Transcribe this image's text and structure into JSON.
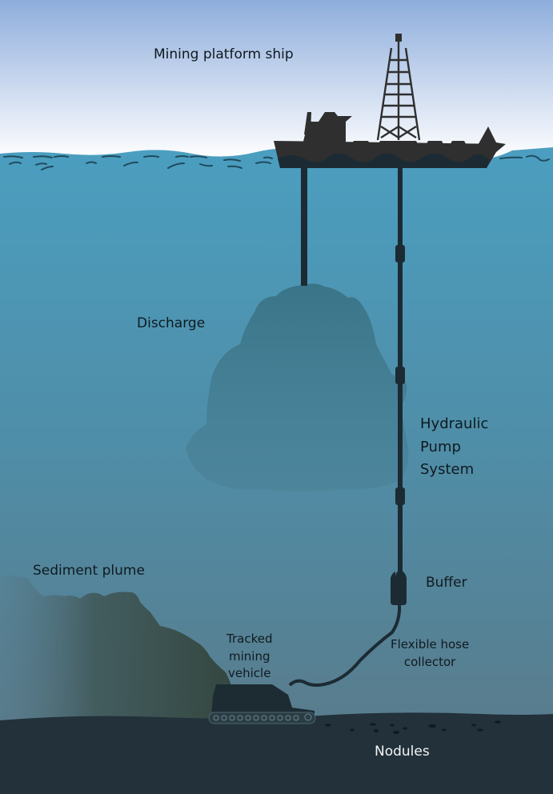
{
  "title": "Deep-sea mining system diagram",
  "labels": {
    "ship": "Mining platform ship",
    "discharge": "Discharge",
    "pump": "Hydraulic\nPump\nSystem",
    "buffer": "Buffer",
    "hose": "Flexible hose\ncollector",
    "plume": "Sediment plume",
    "vehicle": "Tracked\nmining\nvehicle",
    "nodules": "Nodules"
  },
  "colors": {
    "sky_top": "#8eaddc",
    "sky_bottom": "#ffffff",
    "water_top": "#4b9ec0",
    "water_bottom": "#5a7a88",
    "seabed": "#22313a",
    "silhouette": "#2f2f2f",
    "pipe": "#1c2b33",
    "discharge_cloud": "#3e7890",
    "plume": "#3a4e4c",
    "label_dark": "#0f1a20",
    "label_light": "#f2f5f6"
  }
}
